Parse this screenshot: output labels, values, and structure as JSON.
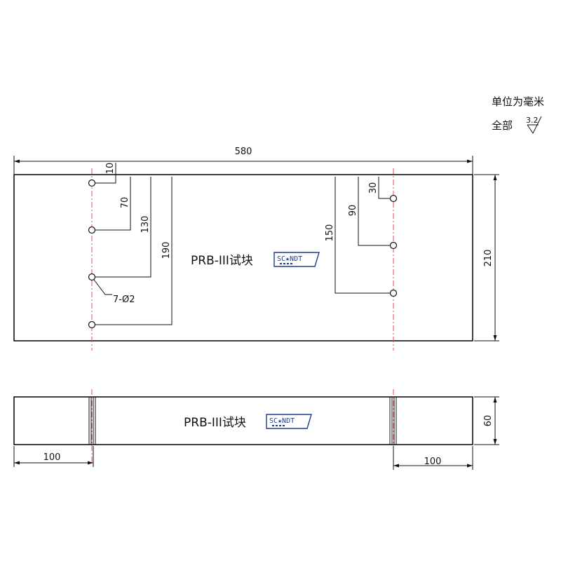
{
  "notes": {
    "unit": "单位为毫米",
    "all": "全部",
    "roughness": "3.2"
  },
  "top_view": {
    "overall_width": "580",
    "height": "210",
    "block_label": "PRB-III试块",
    "hole_note": "7-Ø2",
    "left_dims": [
      "10",
      "70",
      "130",
      "190"
    ],
    "right_dims": [
      "30",
      "90",
      "150"
    ]
  },
  "side_view": {
    "block_label": "PRB-III试块",
    "height": "60",
    "left_offset": "100",
    "right_offset": "100"
  },
  "logo": {
    "text": "SC★NDT"
  }
}
